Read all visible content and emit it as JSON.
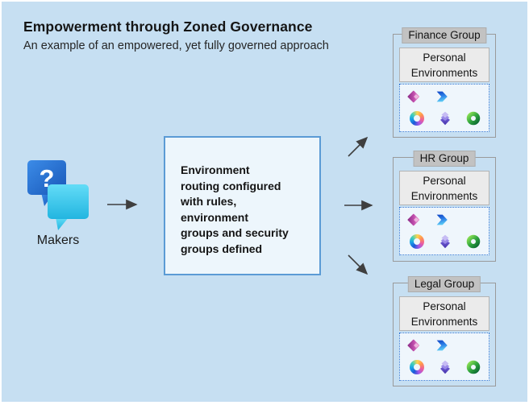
{
  "page": {
    "title": "Empowerment through Zoned Governance",
    "subtitle": "An example of an empowered, yet fully governed approach",
    "background_color": "#c6dff2",
    "routing_box_border_color": "#5b9bd5",
    "arrow_color": "#3f3f3f"
  },
  "makers": {
    "label": "Makers",
    "icon": "chat-bubbles-question-icon"
  },
  "routing_box": {
    "text": "Environment\nrouting configured\nwith rules,\nenvironment\ngroups and security\ngroups defined"
  },
  "groups": [
    {
      "name": "Finance Group",
      "env_label": "Personal\nEnvironments",
      "icons": [
        "power-apps-icon",
        "power-automate-icon",
        "copilot-icon",
        "power-pages-icon",
        "dataverse-icon"
      ]
    },
    {
      "name": "HR Group",
      "env_label": "Personal\nEnvironments",
      "icons": [
        "power-apps-icon",
        "power-automate-icon",
        "copilot-icon",
        "power-pages-icon",
        "dataverse-icon"
      ]
    },
    {
      "name": "Legal Group",
      "env_label": "Personal\nEnvironments",
      "icons": [
        "power-apps-icon",
        "power-automate-icon",
        "copilot-icon",
        "power-pages-icon",
        "dataverse-icon"
      ]
    }
  ],
  "arrows": [
    "makers-to-routing-box",
    "routing-box-to-finance",
    "routing-box-to-hr",
    "routing-box-to-legal"
  ]
}
